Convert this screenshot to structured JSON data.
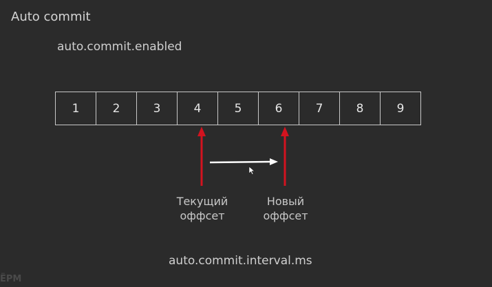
{
  "title": "Auto commit",
  "subtitle": "auto.commit.enabled",
  "cells": [
    "1",
    "2",
    "3",
    "4",
    "5",
    "6",
    "7",
    "8",
    "9"
  ],
  "labels": {
    "current_line1": "Текущий",
    "current_line2": "оффсет",
    "new_line1": "Новый",
    "new_line2": "оффсет"
  },
  "footer": "auto.commit.interval.ms",
  "watermark": "ЁPM",
  "colors": {
    "background": "#2b2b2b",
    "pointer_arrow": "#d3131f",
    "move_arrow": "#ffffff"
  }
}
